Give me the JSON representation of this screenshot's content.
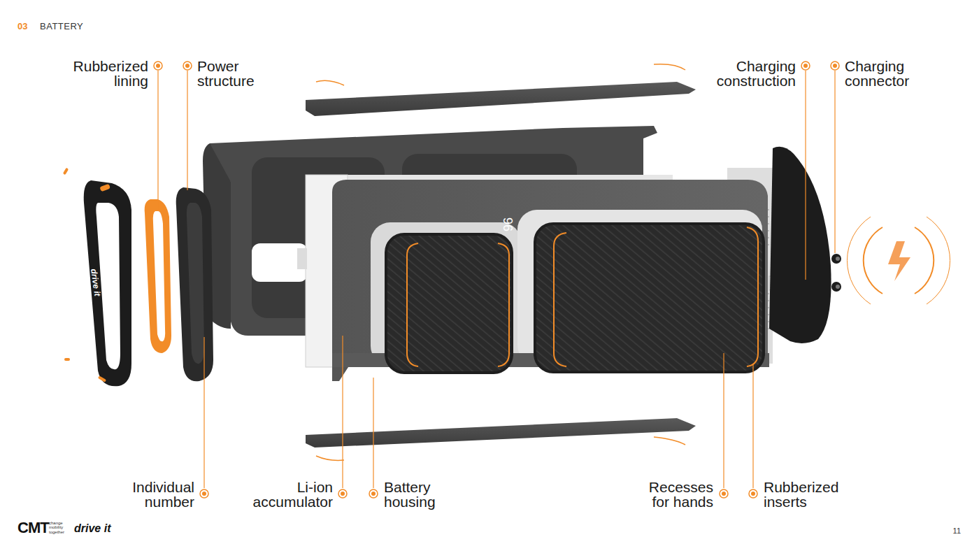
{
  "diagram": {
    "title": "BATTERY",
    "labels": [
      "03",
      "Rubberized lining",
      "Power structure",
      "Charging construction",
      "Charging connector",
      "Individual number",
      "Li-ion accumulator",
      "Battery housing",
      "Recesses for hands",
      "Rubberized inserts",
      "drive it",
      "96",
      "CMT",
      "change mobility together",
      "drive it",
      "11"
    ]
  }
}
